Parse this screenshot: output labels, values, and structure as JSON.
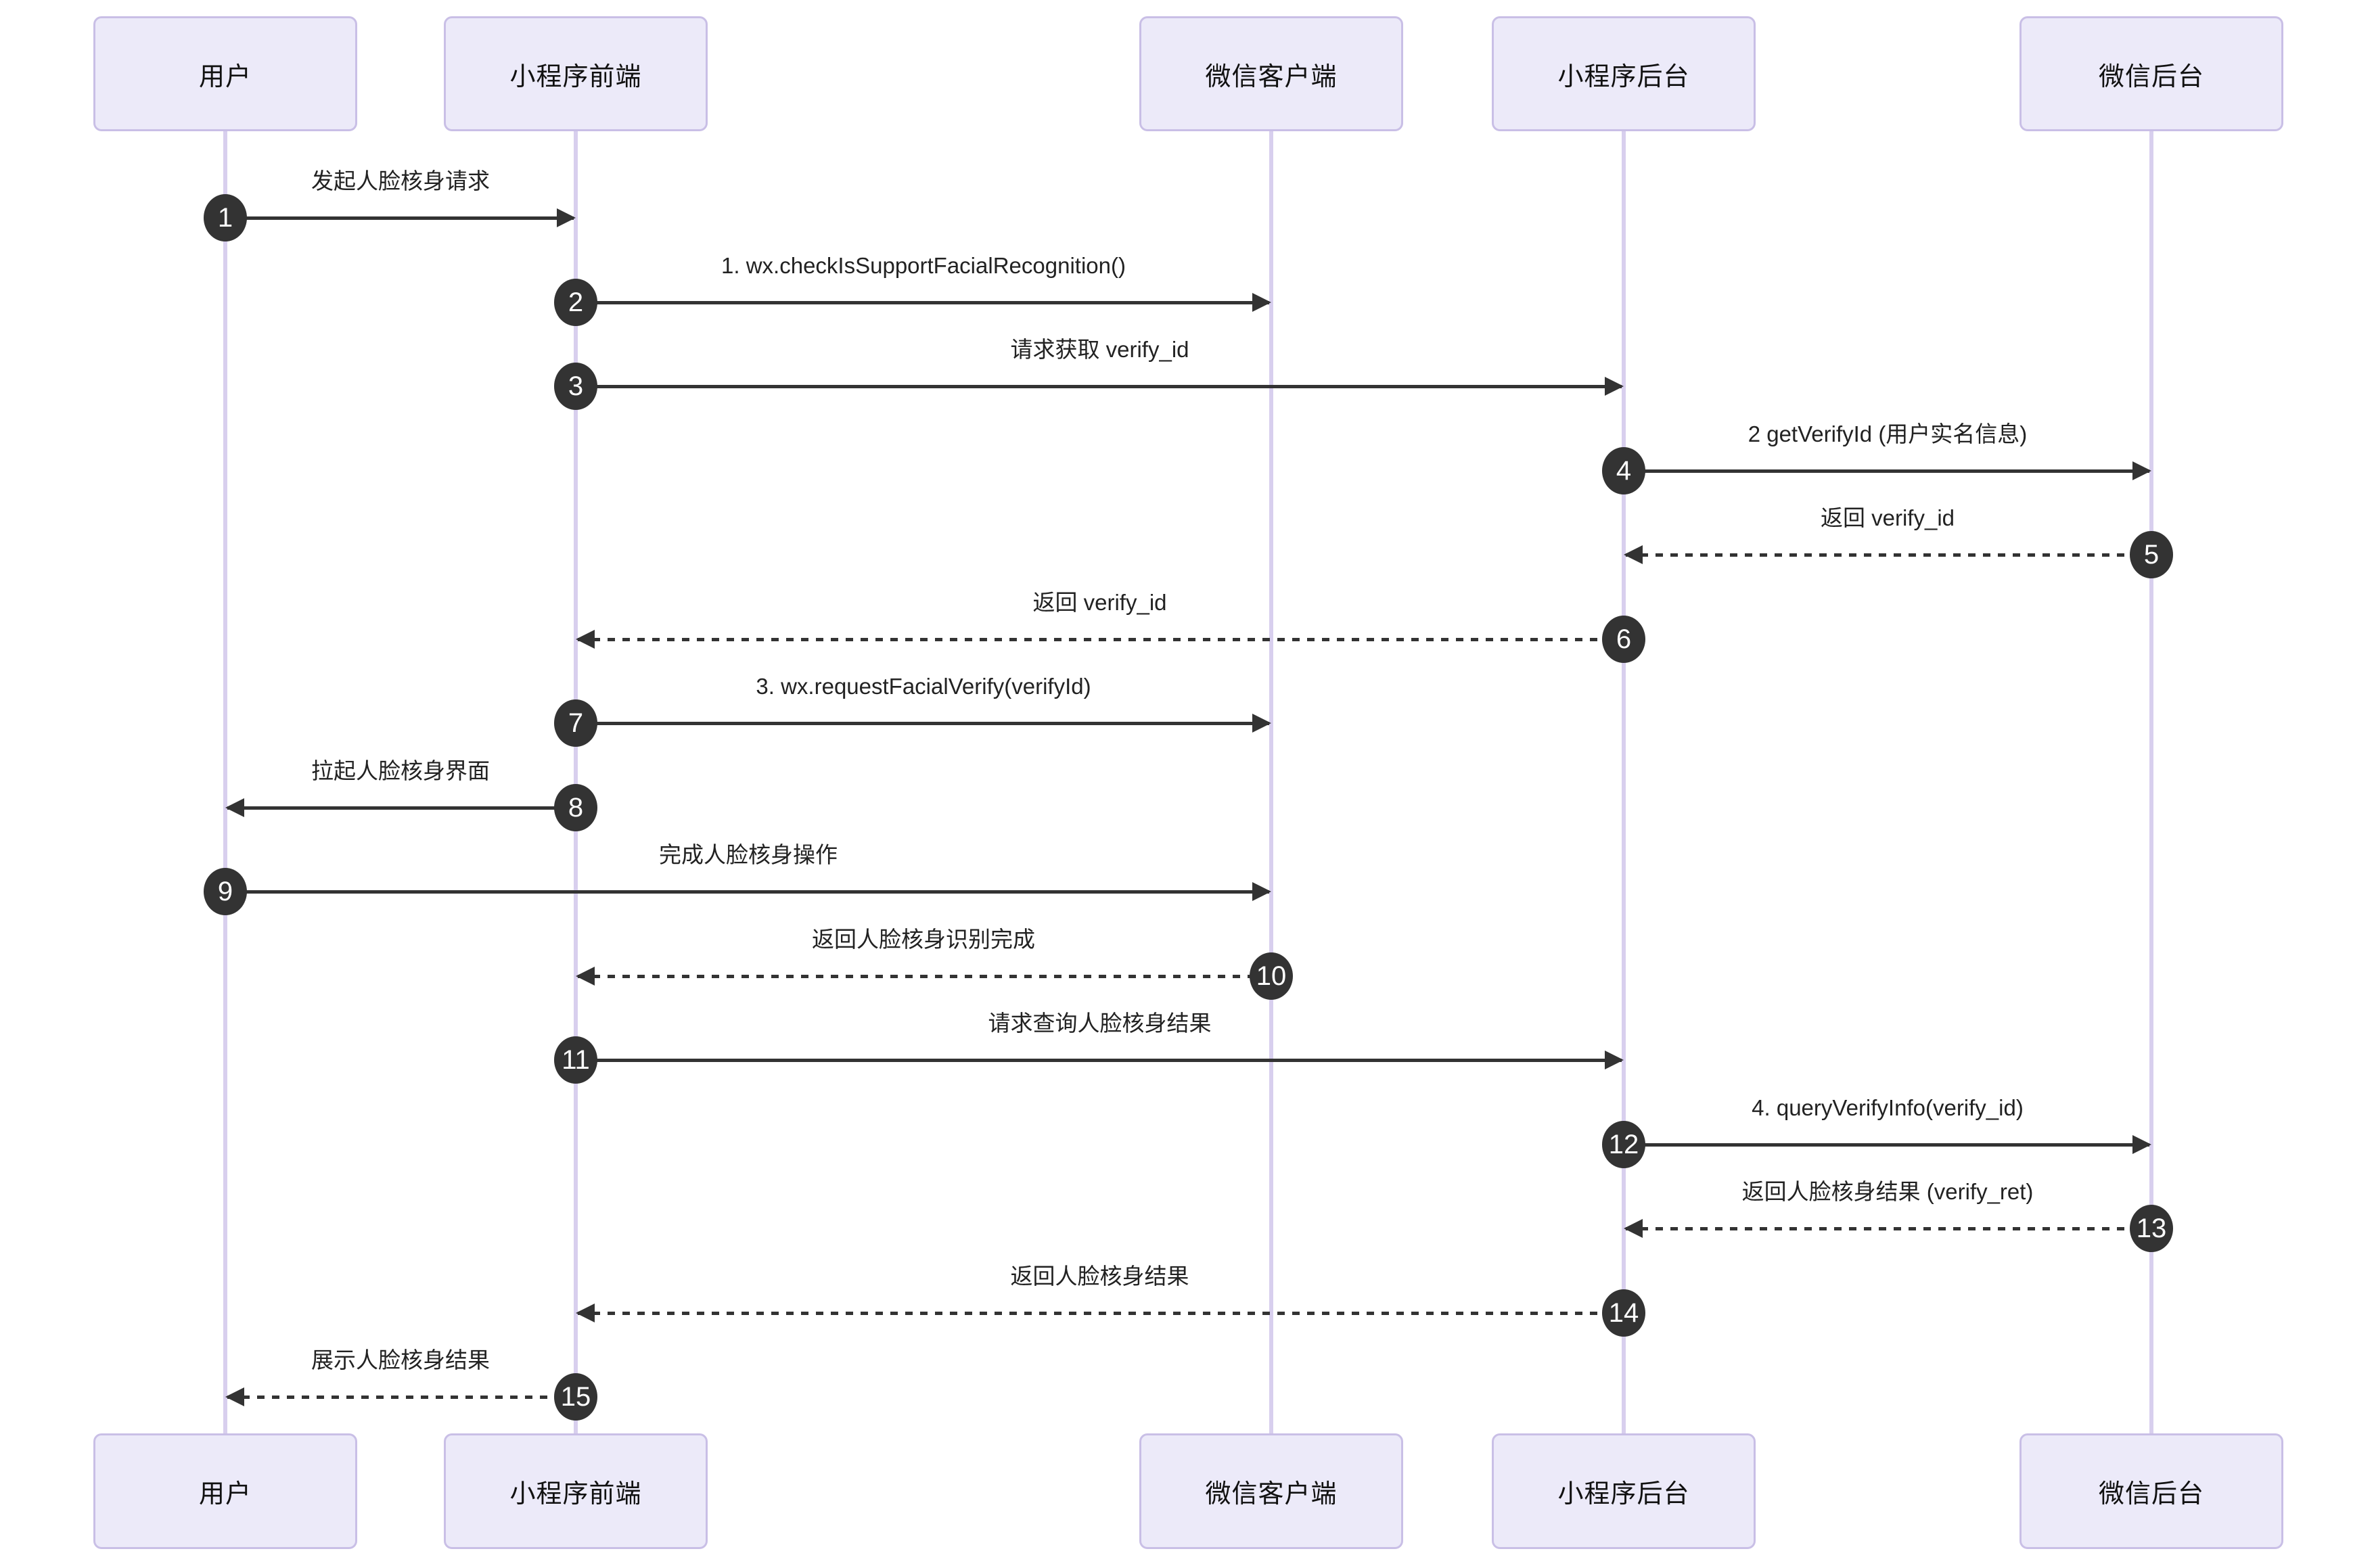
{
  "diagram": {
    "participants": [
      {
        "id": "user",
        "label": "用户"
      },
      {
        "id": "mini-frontend",
        "label": "小程序前端"
      },
      {
        "id": "wechat-client",
        "label": "微信客户端"
      },
      {
        "id": "mini-backend",
        "label": "小程序后台"
      },
      {
        "id": "wechat-backend",
        "label": "微信后台"
      }
    ],
    "messages": [
      {
        "number": "1",
        "from": 0,
        "to": 1,
        "label": "发起人脸核身请求",
        "style": "solid"
      },
      {
        "number": "2",
        "from": 1,
        "to": 2,
        "label": "1. wx.checkIsSupportFacialRecognition()",
        "style": "solid"
      },
      {
        "number": "3",
        "from": 1,
        "to": 3,
        "label": "请求获取 verify_id",
        "style": "solid"
      },
      {
        "number": "4",
        "from": 3,
        "to": 4,
        "label": "2 getVerifyId (用户实名信息)",
        "style": "solid"
      },
      {
        "number": "5",
        "from": 4,
        "to": 3,
        "label": "返回 verify_id",
        "style": "dashed"
      },
      {
        "number": "6",
        "from": 3,
        "to": 1,
        "label": "返回 verify_id",
        "style": "dashed"
      },
      {
        "number": "7",
        "from": 1,
        "to": 2,
        "label": "3. wx.requestFacialVerify(verifyId)",
        "style": "solid"
      },
      {
        "number": "8",
        "from": 1,
        "to": 0,
        "label": "拉起人脸核身界面",
        "style": "solid"
      },
      {
        "number": "9",
        "from": 0,
        "to": 2,
        "label": "完成人脸核身操作",
        "style": "solid"
      },
      {
        "number": "10",
        "from": 2,
        "to": 1,
        "label": "返回人脸核身识别完成",
        "style": "dashed"
      },
      {
        "number": "11",
        "from": 1,
        "to": 3,
        "label": "请求查询人脸核身结果",
        "style": "solid"
      },
      {
        "number": "12",
        "from": 3,
        "to": 4,
        "label": "4. queryVerifyInfo(verify_id)",
        "style": "solid"
      },
      {
        "number": "13",
        "from": 4,
        "to": 3,
        "label": "返回人脸核身结果 (verify_ret)",
        "style": "dashed"
      },
      {
        "number": "14",
        "from": 3,
        "to": 1,
        "label": "返回人脸核身结果",
        "style": "dashed"
      },
      {
        "number": "15",
        "from": 1,
        "to": 0,
        "label": "展示人脸核身结果",
        "style": "dashed"
      }
    ],
    "colors": {
      "actor_fill": "#ECEAF9",
      "actor_border": "#C9BFE6",
      "lifeline": "#D8CFEE",
      "arrow": "#333333",
      "badge_fill": "#333333",
      "badge_text": "#FFFFFF",
      "label_text": "#222222",
      "background": "#FFFFFF"
    }
  }
}
